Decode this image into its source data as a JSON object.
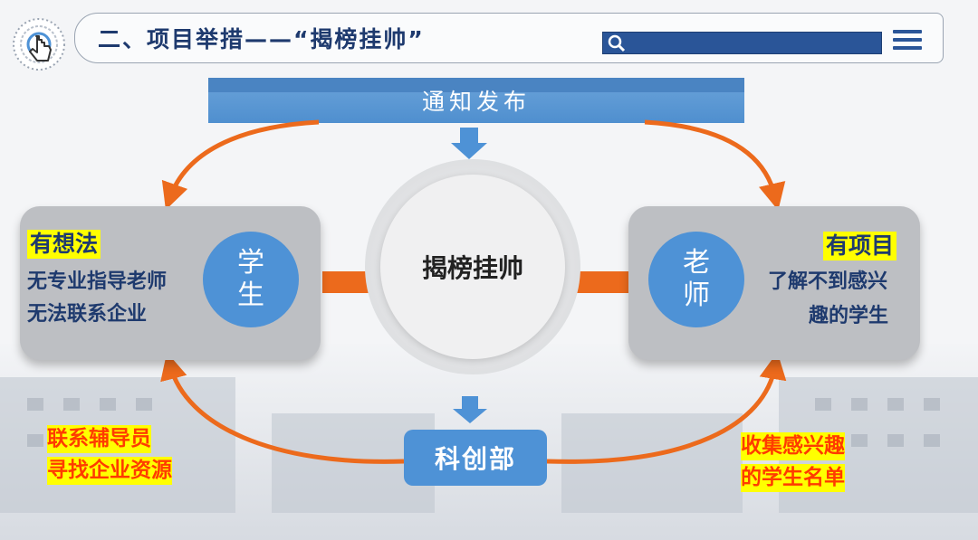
{
  "header": {
    "title": "二、项目举措——“揭榜挂帅”"
  },
  "top_banner": "通知发布",
  "center_label": "揭榜挂帅",
  "left_panel": {
    "highlight": "有想法",
    "lines": [
      "无专业指导老师",
      "无法联系企业"
    ],
    "role_chars": [
      "学",
      "生"
    ]
  },
  "right_panel": {
    "highlight": "有项目",
    "lines": [
      "了解不到感兴",
      "趣的学生"
    ],
    "role_chars": [
      "老",
      "师"
    ]
  },
  "bottom_box": "科创部",
  "left_note": [
    "联系辅导员",
    "寻找企业资源"
  ],
  "right_note": [
    "收集感兴趣",
    "的学生名单"
  ],
  "colors": {
    "blue_dark": "#1e3a6e",
    "blue": "#4e92d6",
    "orange": "#ec6a1c",
    "highlight": "#ffff00",
    "note_red": "#ff3b00"
  }
}
